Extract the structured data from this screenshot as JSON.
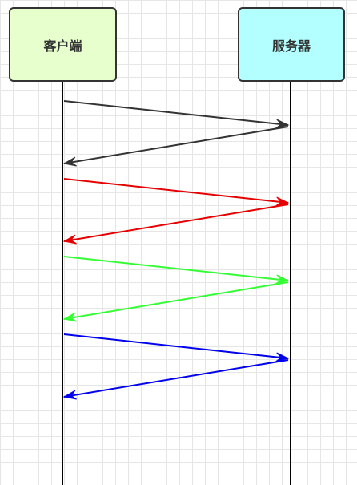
{
  "nodes": {
    "client": {
      "label": "客户端",
      "fill": "#e6ffcc"
    },
    "server": {
      "label": "服务器",
      "fill": "#b3ffff"
    }
  },
  "colors": {
    "border": "#333333",
    "grid": "#e6e6e6",
    "lifeline": "#000000"
  },
  "messages": [
    {
      "direction": "request",
      "color": "#333333"
    },
    {
      "direction": "response",
      "color": "#333333"
    },
    {
      "direction": "request",
      "color": "#e60000"
    },
    {
      "direction": "response",
      "color": "#e60000"
    },
    {
      "direction": "request",
      "color": "#33ff33"
    },
    {
      "direction": "response",
      "color": "#33ff33"
    },
    {
      "direction": "request",
      "color": "#0000ee"
    },
    {
      "direction": "response",
      "color": "#0000ee"
    }
  ]
}
